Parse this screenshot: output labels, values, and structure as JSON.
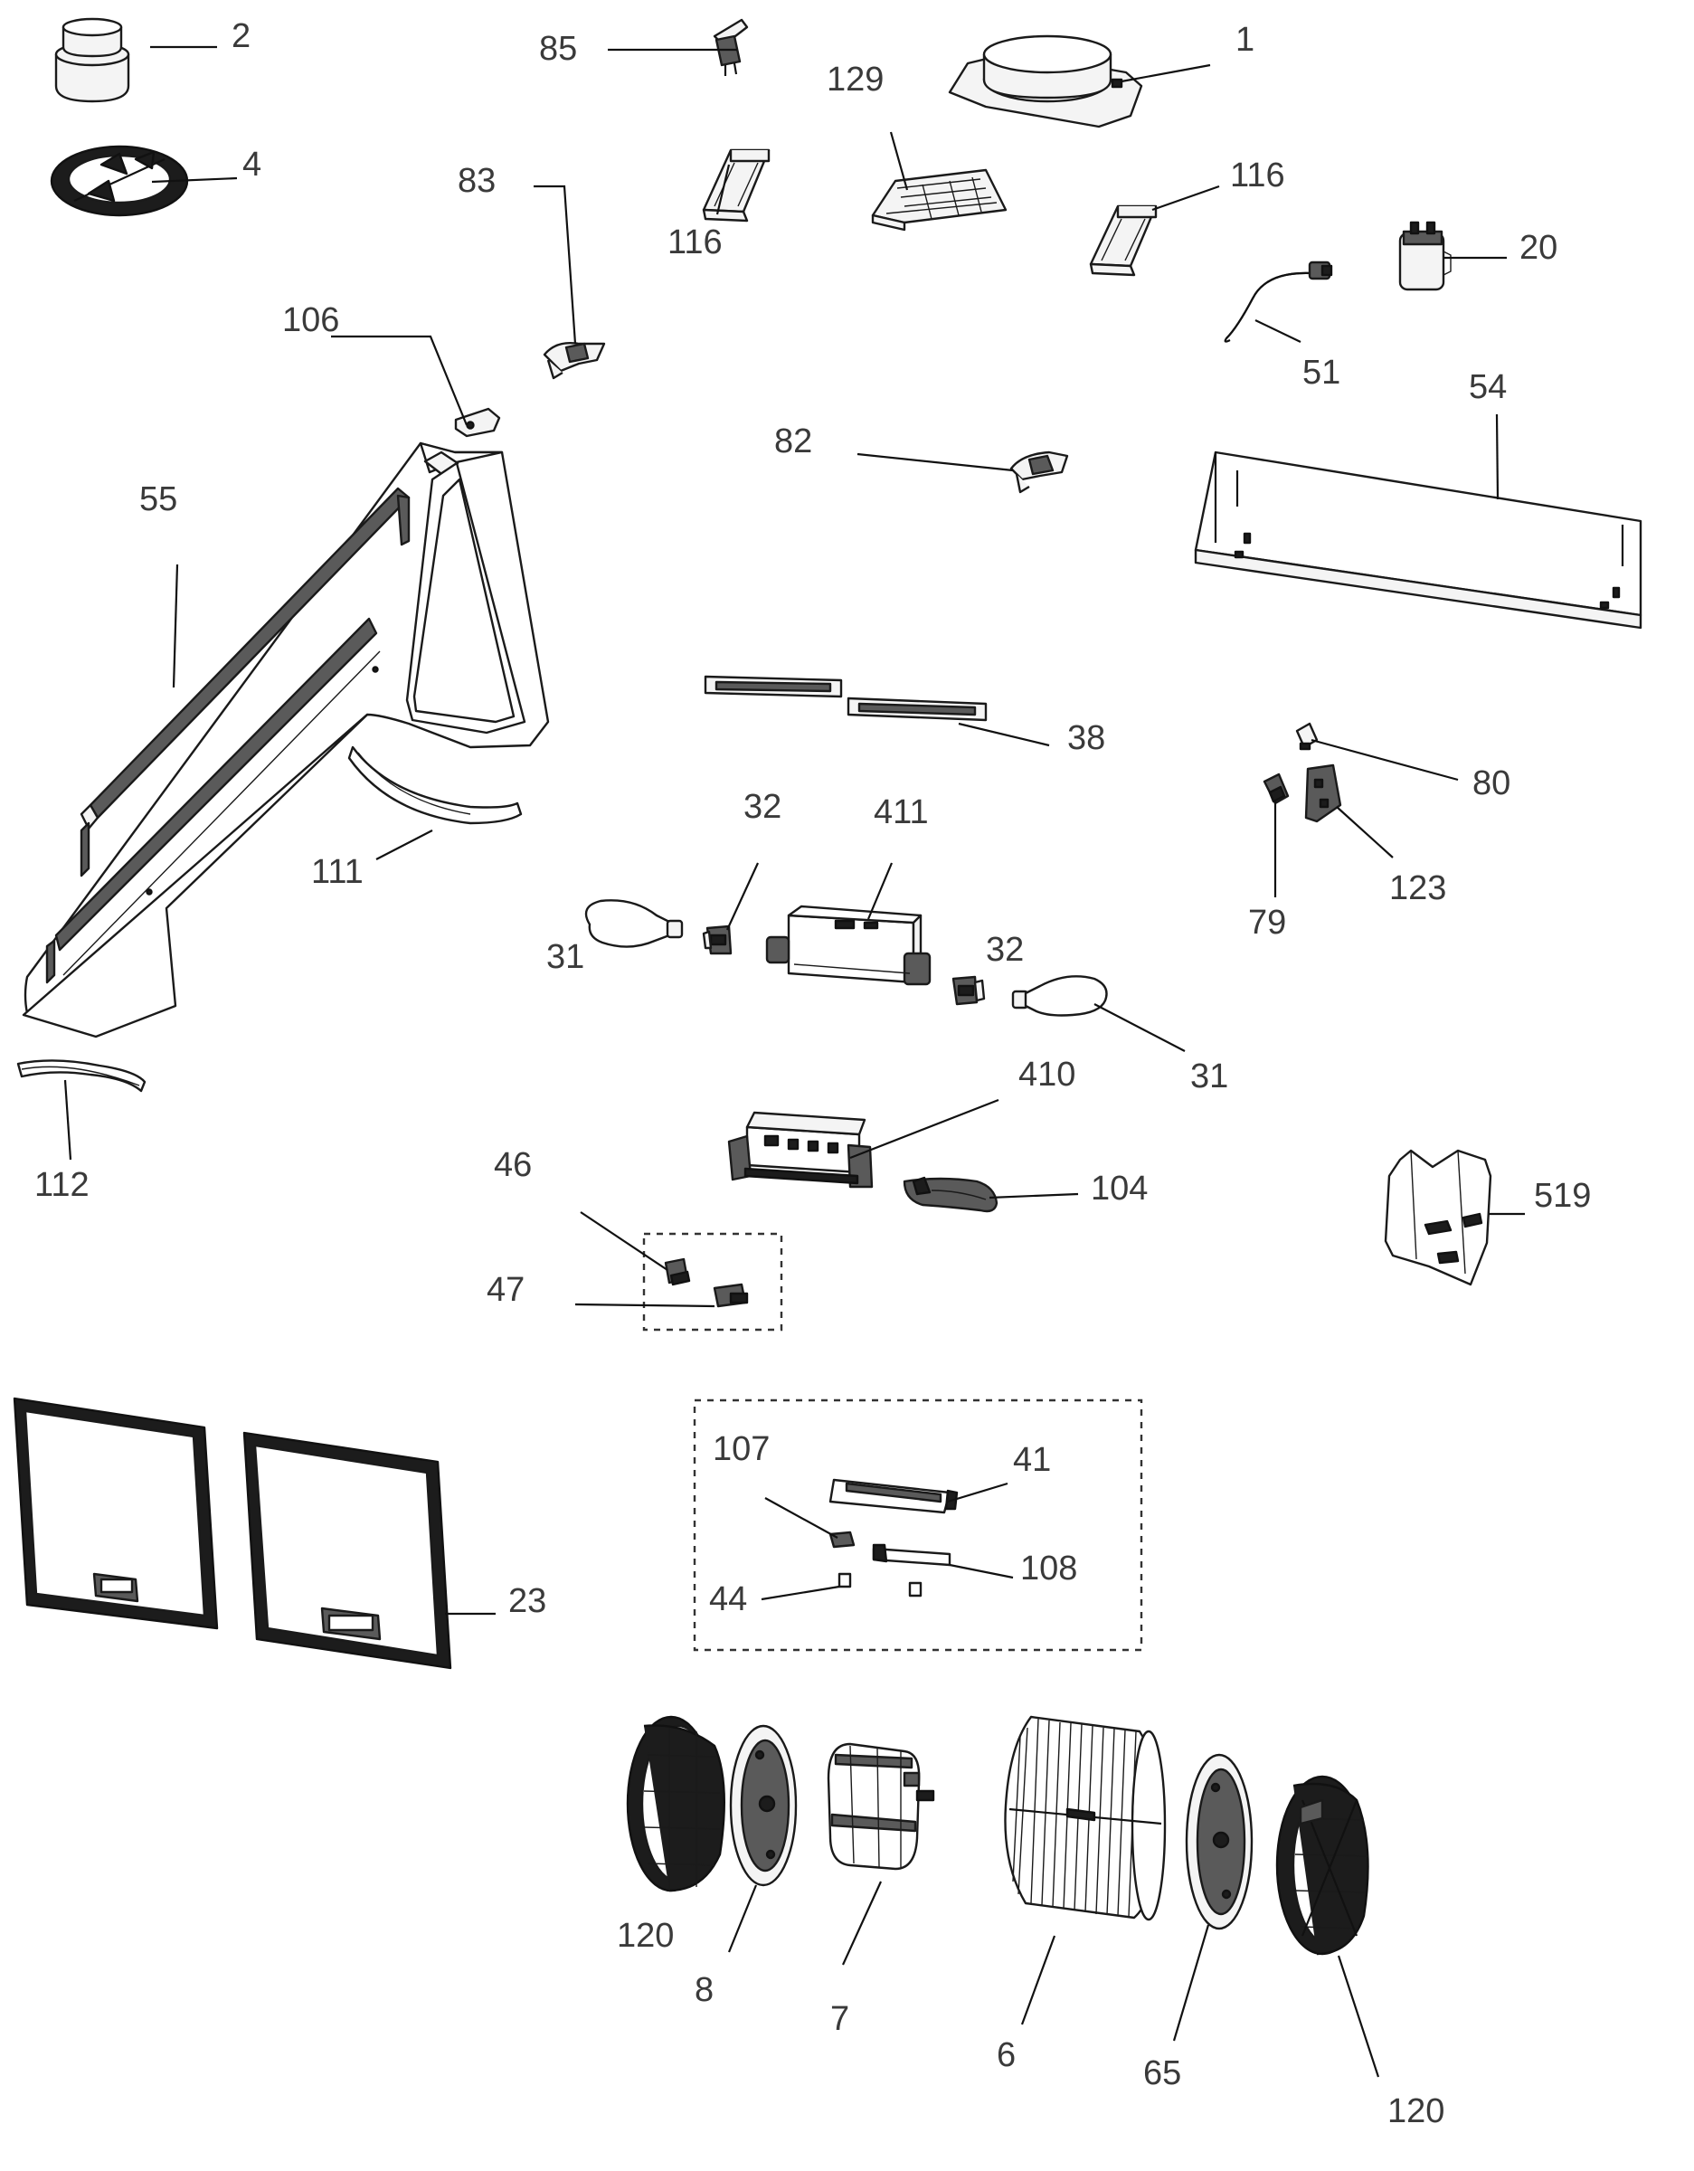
{
  "parts": [
    {
      "id": "p1",
      "label": "1"
    },
    {
      "id": "p2",
      "label": "2"
    },
    {
      "id": "p4",
      "label": "4"
    },
    {
      "id": "p85",
      "label": "85"
    },
    {
      "id": "p129",
      "label": "129"
    },
    {
      "id": "p116a",
      "label": "116"
    },
    {
      "id": "p116b",
      "label": "116"
    },
    {
      "id": "p83",
      "label": "83"
    },
    {
      "id": "p20",
      "label": "20"
    },
    {
      "id": "p106",
      "label": "106"
    },
    {
      "id": "p51",
      "label": "51"
    },
    {
      "id": "p54",
      "label": "54"
    },
    {
      "id": "p82",
      "label": "82"
    },
    {
      "id": "p55",
      "label": "55"
    },
    {
      "id": "p38",
      "label": "38"
    },
    {
      "id": "p80",
      "label": "80"
    },
    {
      "id": "p32a",
      "label": "32"
    },
    {
      "id": "p411",
      "label": "411"
    },
    {
      "id": "p111",
      "label": "111"
    },
    {
      "id": "p123",
      "label": "123"
    },
    {
      "id": "p31a",
      "label": "31"
    },
    {
      "id": "p32b",
      "label": "32"
    },
    {
      "id": "p79",
      "label": "79"
    },
    {
      "id": "p410",
      "label": "410"
    },
    {
      "id": "p31b",
      "label": "31"
    },
    {
      "id": "p112",
      "label": "112"
    },
    {
      "id": "p46",
      "label": "46"
    },
    {
      "id": "p104",
      "label": "104"
    },
    {
      "id": "p519",
      "label": "519"
    },
    {
      "id": "p47",
      "label": "47"
    },
    {
      "id": "p107",
      "label": "107"
    },
    {
      "id": "p41",
      "label": "41"
    },
    {
      "id": "p23",
      "label": "23"
    },
    {
      "id": "p108",
      "label": "108"
    },
    {
      "id": "p44",
      "label": "44"
    },
    {
      "id": "p120a",
      "label": "120"
    },
    {
      "id": "p8",
      "label": "8"
    },
    {
      "id": "p7",
      "label": "7"
    },
    {
      "id": "p6",
      "label": "6"
    },
    {
      "id": "p65",
      "label": "65"
    },
    {
      "id": "p120b",
      "label": "120"
    }
  ]
}
